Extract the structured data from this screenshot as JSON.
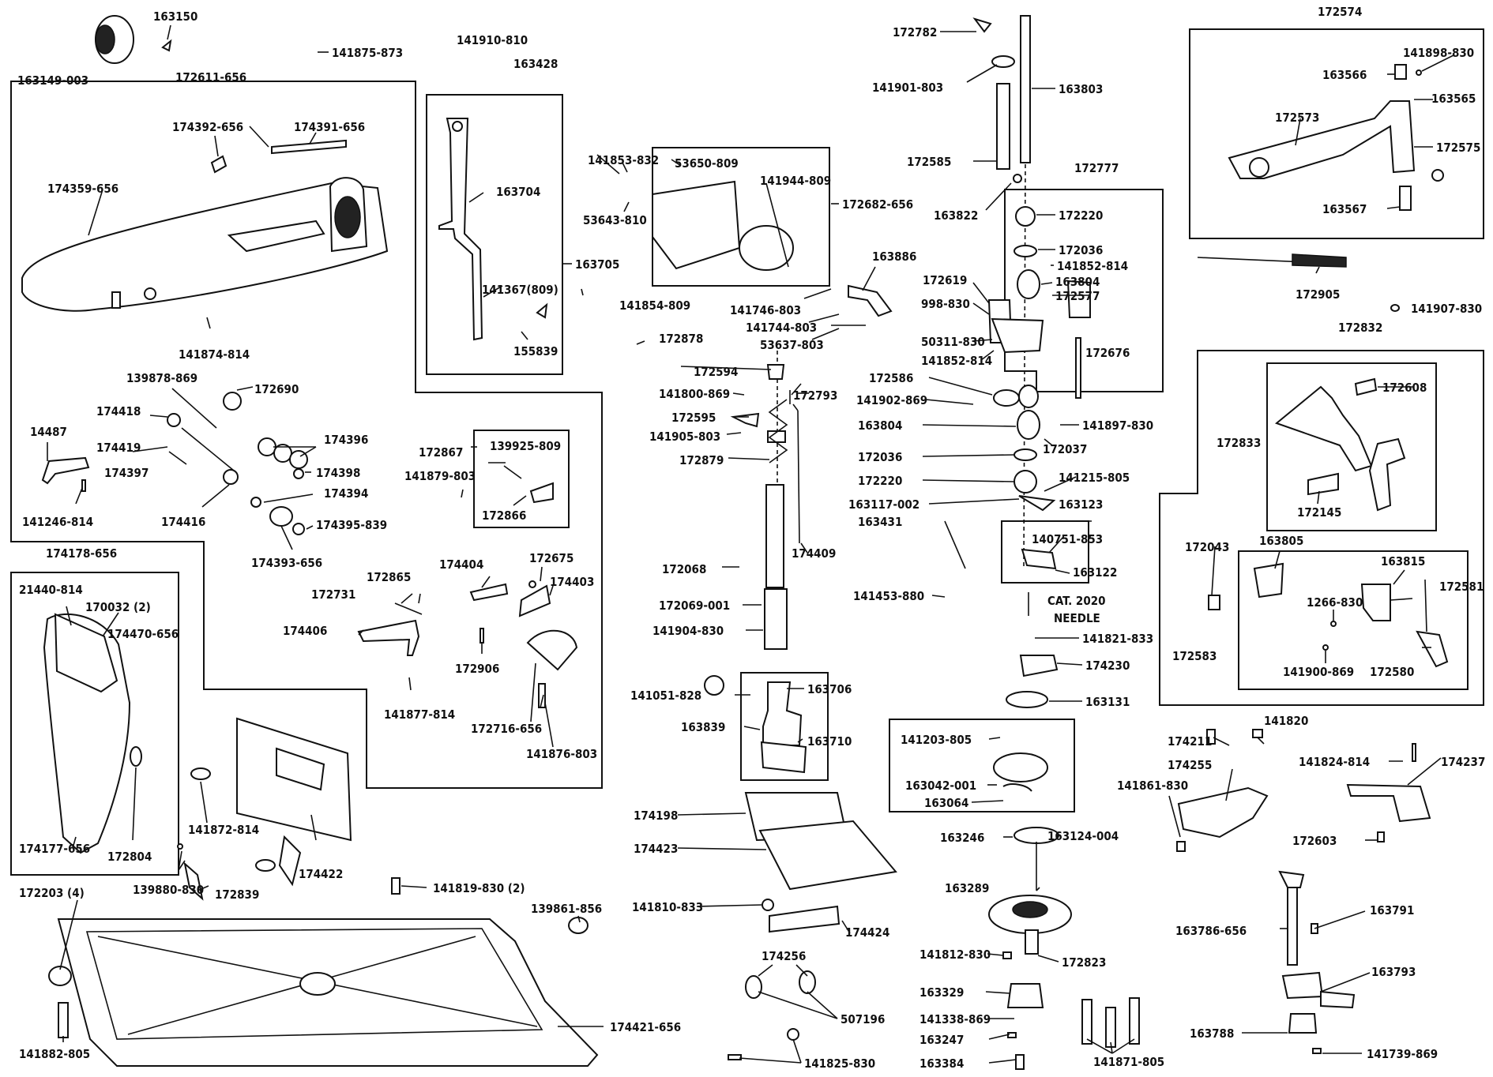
{
  "labels": {
    "l163149": "163149-003",
    "l163150": "163150",
    "l141875": "141875-873",
    "l141910": "141910-810",
    "l163428": "163428",
    "l172611": "172611-656",
    "l174392": "174392-656",
    "l174391": "174391-656",
    "l174359": "174359-656",
    "l141874": "141874-814",
    "l139878": "139878-869",
    "l172690": "172690",
    "l174418": "174418",
    "l14487": "14487",
    "l174419": "174419",
    "l174396": "174396",
    "l174397": "174397",
    "l174398": "174398",
    "l141246": "141246-814",
    "l174416": "174416",
    "l174394": "174394",
    "l174395": "174395-839",
    "l174393": "174393-656",
    "l174178": "174178-656",
    "l21440": "21440-814",
    "l170032": "170032 (2)",
    "l174470": "174470-656",
    "l174177": "174177-656",
    "l172804": "172804",
    "l163704": "163704",
    "l163705": "163705",
    "l141367": "141367(809)",
    "l155839": "155839",
    "l172867": "172867",
    "l139925": "139925-809",
    "l141879": "141879-803",
    "l172866": "172866",
    "l172865": "172865",
    "l172731": "172731",
    "l174404": "174404",
    "l172675": "172675",
    "l174403": "174403",
    "l174406": "174406",
    "l172906": "172906",
    "l141877": "141877-814",
    "l172716": "172716-656",
    "l141876": "141876-803",
    "l141872": "141872-814",
    "l174422": "174422",
    "l139880": "139880-830",
    "l172839": "172839",
    "l172203": "172203 (4)",
    "l141819": "141819-830 (2)",
    "l139861": "139861-856",
    "l174421": "174421-656",
    "l141882": "141882-805",
    "l141853": "141853-832",
    "l53650": "53650-809",
    "l141944": "141944-809",
    "l53643": "53643-810",
    "l172682": "172682-656",
    "l141854": "141854-809",
    "l141746": "141746-803",
    "l163886": "163886",
    "l141744": "141744-803",
    "l53637": "53637-803",
    "l172878": "172878",
    "l172594": "172594",
    "l141800": "141800-869",
    "l172793": "172793",
    "l172595": "172595",
    "l141905": "141905-803",
    "l172879": "172879",
    "l172068": "172068",
    "l174409": "174409",
    "l172069": "172069-001",
    "l141904": "141904-830",
    "l141051": "141051-828",
    "l163706": "163706",
    "l163839": "163839",
    "l163710": "163710",
    "l174198": "174198",
    "l174423": "174423",
    "l141810": "141810-833",
    "l174424": "174424",
    "l174256": "174256",
    "l507196": "507196",
    "l141825": "141825-830",
    "l172782": "172782",
    "l141901": "141901-803",
    "l163803": "163803",
    "l172585": "172585",
    "l163822": "163822",
    "l172777": "172777",
    "l172220a": "172220",
    "l172036a": "172036",
    "l141852a": "141852-814",
    "l172619": "172619",
    "l163804a": "163804",
    "l998830": "998-830",
    "l172577": "172577",
    "l50311": "50311-830",
    "l141852b": "141852-814",
    "l172676": "172676",
    "l172586": "172586",
    "l141902": "141902-869",
    "l141897": "141897-830",
    "l163804b": "163804",
    "l172037": "172037",
    "l172036b": "172036",
    "l172220b": "172220",
    "l141215": "141215-805",
    "l163117": "163117-002",
    "l163123": "163123",
    "l163431": "163431",
    "l140751": "140751-853",
    "l163122": "163122",
    "l141453": "141453-880",
    "lcat": "CAT. 2020",
    "lneedle": "NEEDLE",
    "l141821": "141821-833",
    "l174230": "174230",
    "l163131": "163131",
    "l141203": "141203-805",
    "l163042": "163042-001",
    "l163064": "163064",
    "l163124": "163124-004",
    "l163246": "163246",
    "l163289": "163289",
    "l141812": "141812-830",
    "l172823": "172823",
    "l163329": "163329",
    "l141338": "141338-869",
    "l163247": "163247",
    "l163384": "163384",
    "l141871": "141871-805",
    "l172574": "172574",
    "l141898": "141898-830",
    "l163566": "163566",
    "l163565": "163565",
    "l172573": "172573",
    "l172575": "172575",
    "l163567": "163567",
    "l172905": "172905",
    "l141907": "141907-830",
    "l172832": "172832",
    "l172608": "172608",
    "l172833": "172833",
    "l172145": "172145",
    "l172043": "172043",
    "l163805": "163805",
    "l163815": "163815",
    "l1266": "1266-830",
    "l172581": "172581",
    "l172583": "172583",
    "l172580": "172580",
    "l141900": "141900-869",
    "l174211": "174211",
    "l141820": "141820",
    "l174255": "174255",
    "l141824": "141824-814",
    "l174237": "174237",
    "l141861": "141861-830",
    "l172603": "172603",
    "l163791": "163791",
    "l163786": "163786-656",
    "l163793": "163793",
    "l163788": "163788",
    "l141739": "141739-869"
  }
}
